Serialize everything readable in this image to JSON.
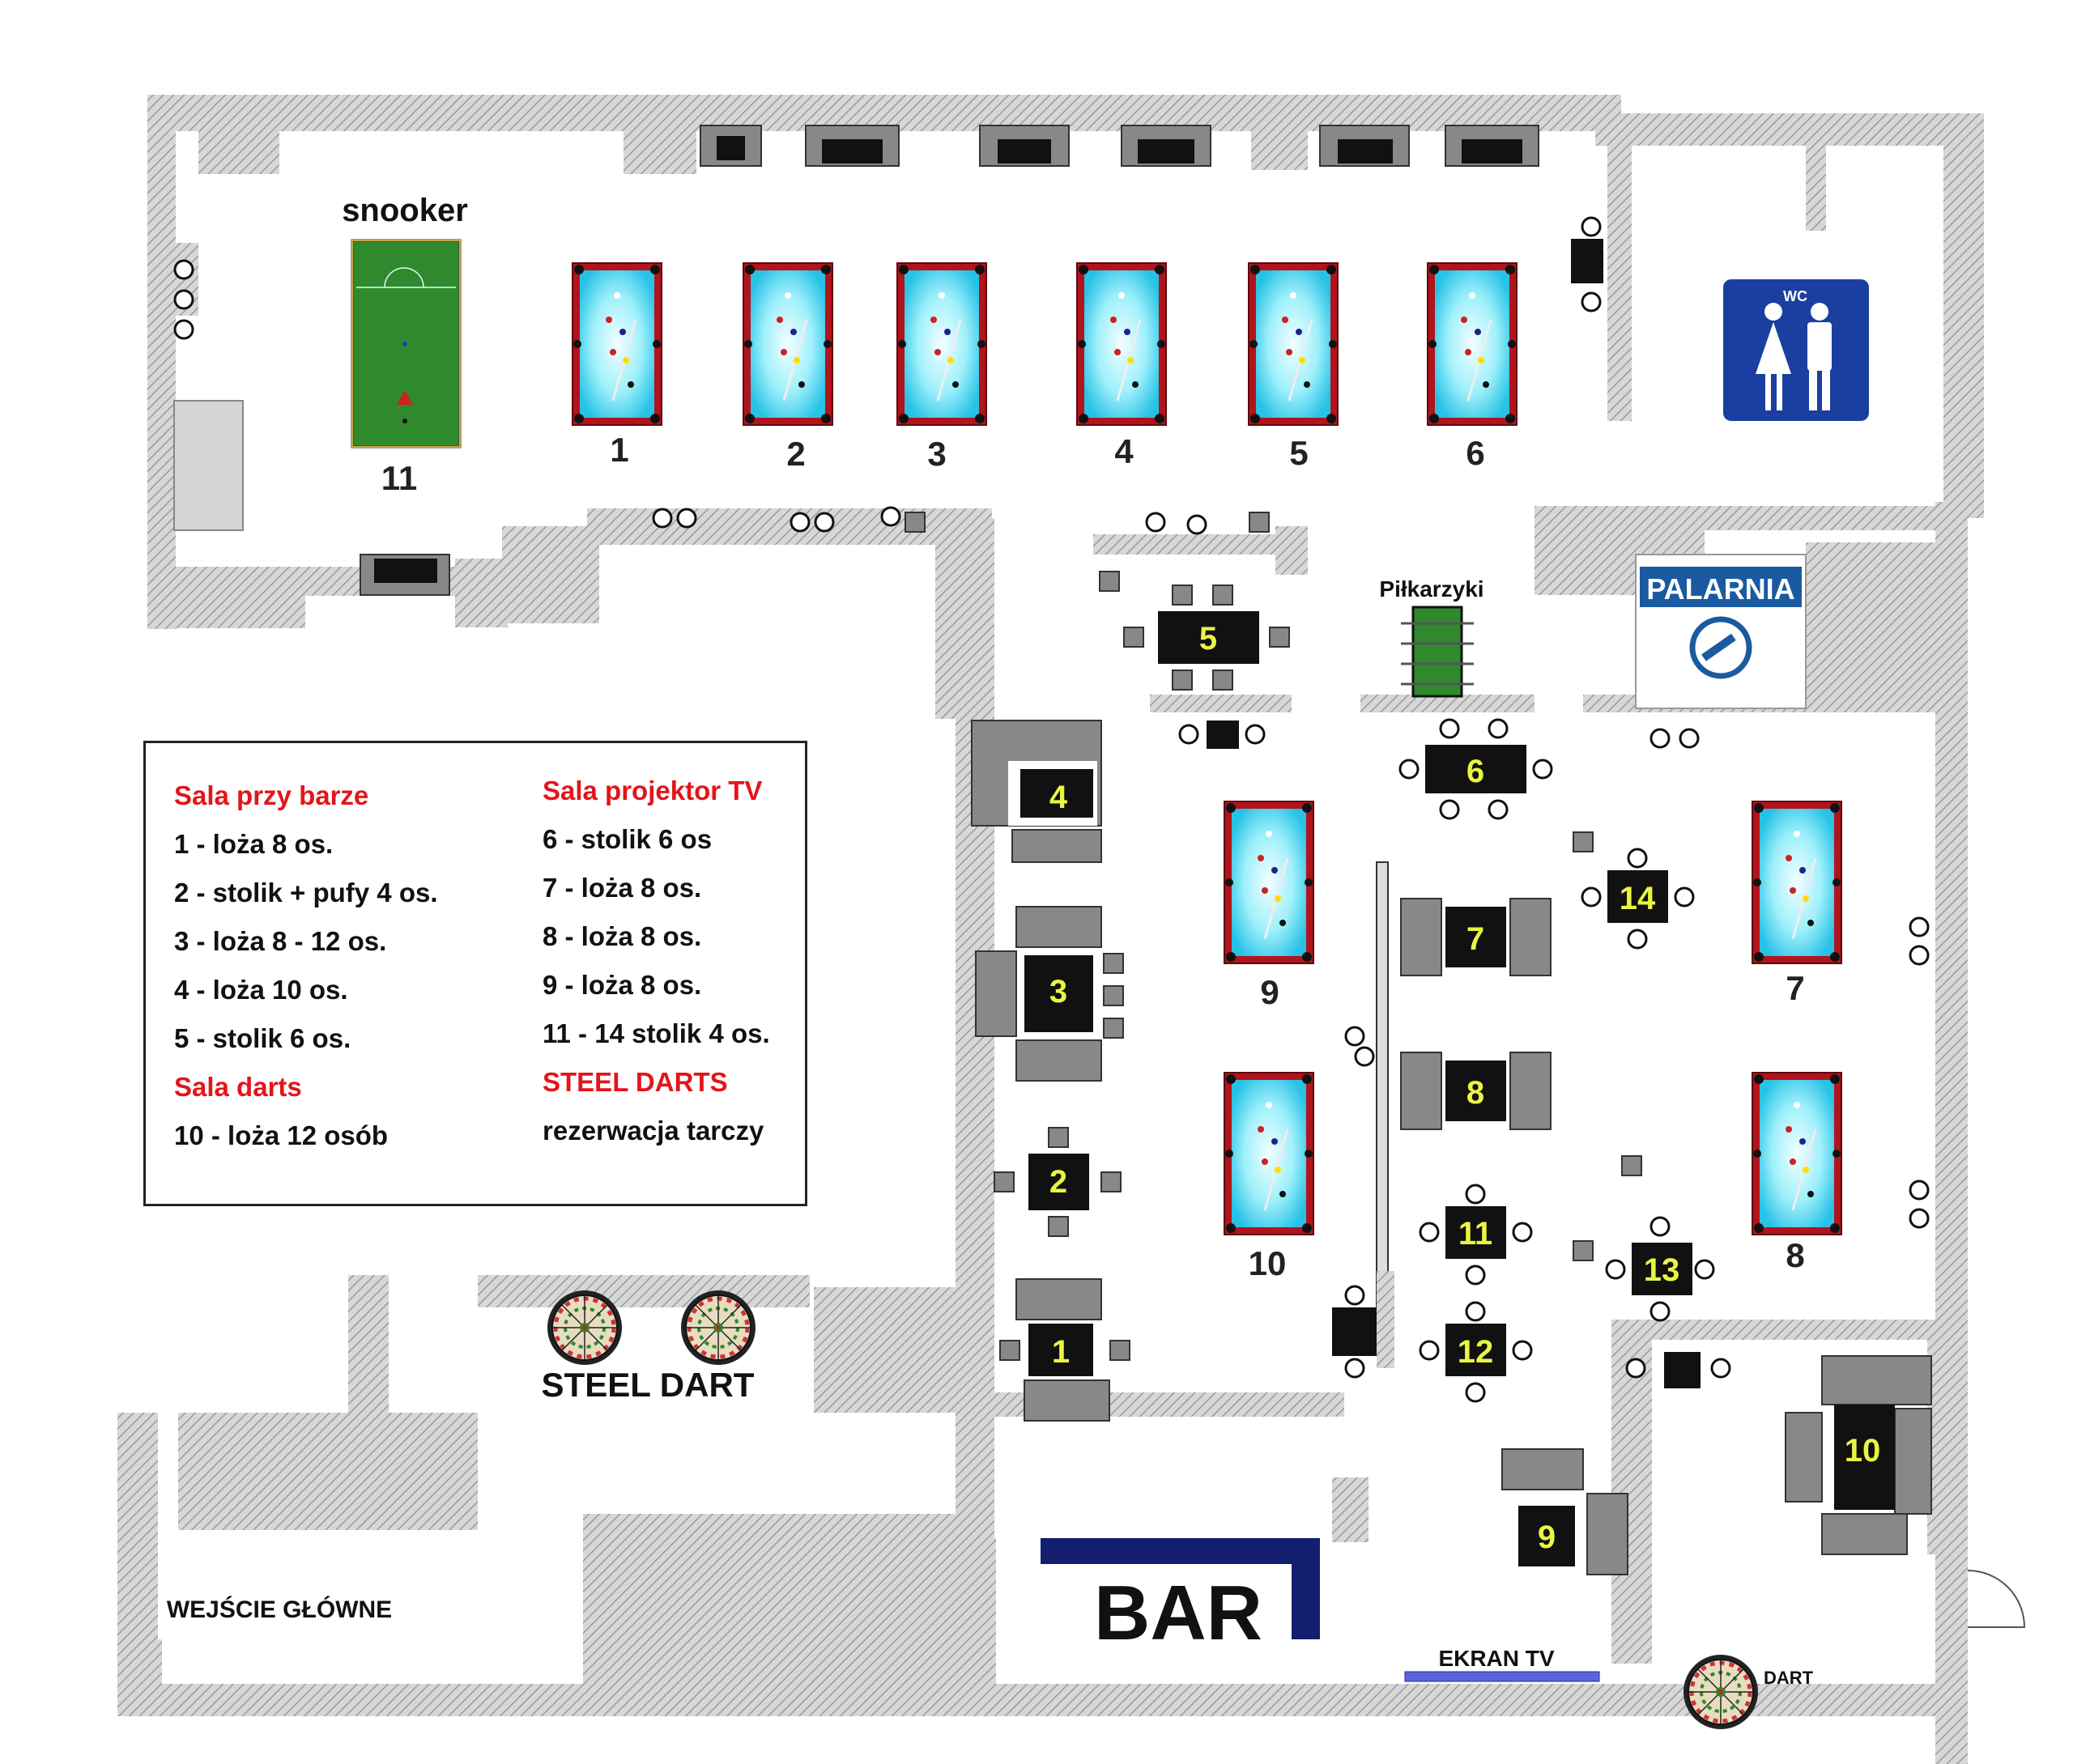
{
  "areas": {
    "snooker_label": "snooker",
    "foosball_label": "Piłkarzyki",
    "smoking_room": "PALARNIA",
    "wc_label": "WC",
    "steel_dart_label": "STEEL DART",
    "main_entrance": "WEJŚCIE GŁÓWNE",
    "bar_label": "BAR",
    "tv_screen_label": "EKRAN TV",
    "dart_label": "DART"
  },
  "pool_tables": [
    "1",
    "2",
    "3",
    "4",
    "5",
    "6",
    "7",
    "8",
    "9",
    "10"
  ],
  "snooker_table_number": "11",
  "seating_tables": [
    "1",
    "2",
    "3",
    "4",
    "5",
    "6",
    "7",
    "8",
    "9",
    "10",
    "11",
    "12",
    "13",
    "14"
  ],
  "legend": {
    "left_column": [
      {
        "text": "Sala przy barze",
        "heading": true
      },
      {
        "text": "1 - loża 8 os.",
        "heading": false
      },
      {
        "text": "2 - stolik + pufy 4 os.",
        "heading": false
      },
      {
        "text": "3 - loża  8 - 12 os.",
        "heading": false
      },
      {
        "text": "4 - loża 10 os.",
        "heading": false
      },
      {
        "text": "5 - stolik 6 os.",
        "heading": false
      },
      {
        "text": "Sala darts",
        "heading": true
      },
      {
        "text": "10 - loża 12 osób",
        "heading": false
      }
    ],
    "right_column": [
      {
        "text": "Sala projektor TV",
        "heading": true
      },
      {
        "text": "6 - stolik 6 os",
        "heading": false
      },
      {
        "text": "7 - loża 8 os.",
        "heading": false
      },
      {
        "text": "8 - loża 8 os.",
        "heading": false
      },
      {
        "text": "9 - loża 8 os.",
        "heading": false
      },
      {
        "text": "11 - 14 stolik 4 os.",
        "heading": false
      },
      {
        "text": "STEEL DARTS",
        "heading": true
      },
      {
        "text": "rezerwacja tarczy",
        "heading": false
      }
    ]
  },
  "colors": {
    "wall": "#c8c8c8",
    "pool_cloth": "#7fe3f5",
    "pool_rail": "#b3131c",
    "snooker_cloth": "#2f8a2e",
    "bar_counter": "#141e6e",
    "tv_screen": "#5a64e0",
    "table_number": "#e9f542",
    "wc_sign": "#1a3fa0",
    "smoking_sign": "#1a5aa0",
    "legend_heading": "#e3151a"
  }
}
